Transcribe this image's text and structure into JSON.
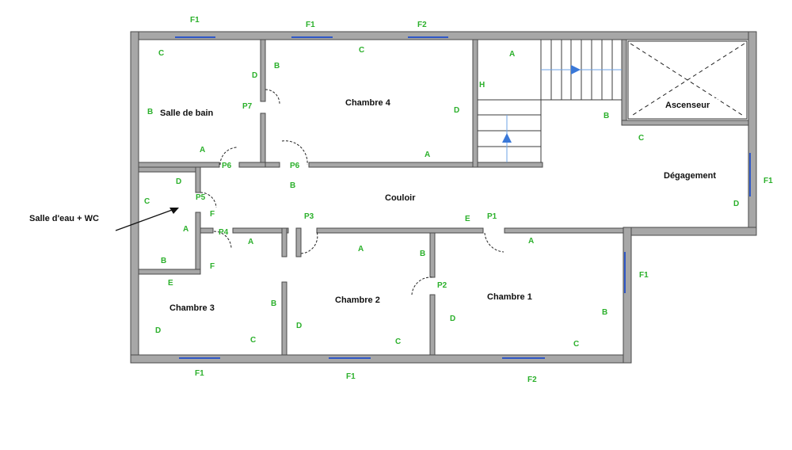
{
  "rooms": {
    "salle_de_bain": "Salle de bain",
    "chambre4": "Chambre 4",
    "ascenseur": "Ascenseur",
    "degagement": "Dégagement",
    "couloir": "Couloir",
    "salle_eau": "Salle d'eau + WC",
    "chambre3": "Chambre 3",
    "chambre2": "Chambre 2",
    "chambre1": "Chambre 1"
  },
  "windows": {
    "f1": "F1",
    "f2": "F2"
  },
  "doors": {
    "p1": "P1",
    "p2": "P2",
    "p3": "P3",
    "p4": "P4",
    "p5": "P5",
    "p6": "P6",
    "p7": "P7"
  },
  "wall_letters": {
    "a": "A",
    "b": "B",
    "c": "C",
    "d": "D",
    "e": "E",
    "f": "F",
    "h": "H"
  },
  "colors": {
    "wall": "#a7a7a7",
    "window": "#2f57c7",
    "letters": "#2bb02b",
    "stair_arrow": "#3a78d8"
  }
}
